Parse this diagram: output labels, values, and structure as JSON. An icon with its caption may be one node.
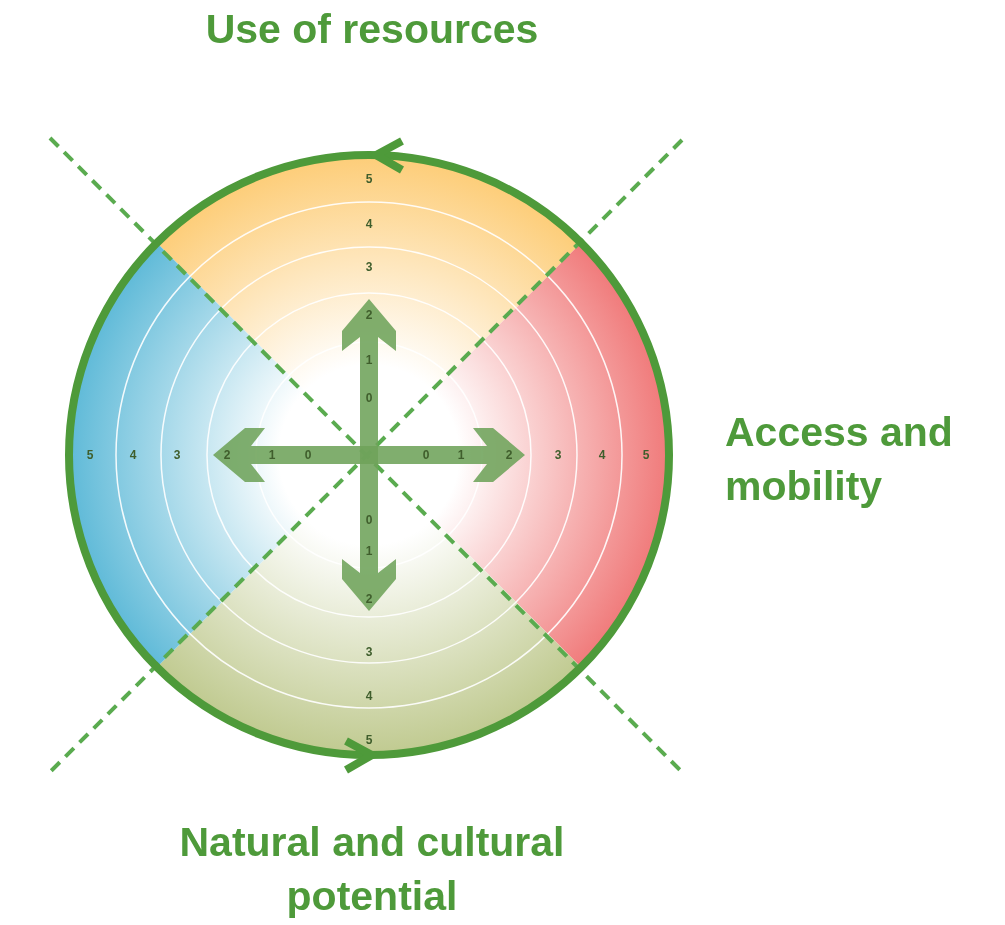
{
  "diagram": {
    "labels": [
      "Use of resources",
      "5",
      "4",
      "3",
      "2",
      "1",
      "0",
      "5",
      "4",
      "3",
      "2",
      "1",
      "0",
      "0",
      "1",
      "2",
      "3",
      "4",
      "5",
      "Access and mobility",
      "0",
      "1",
      "2",
      "3",
      "4",
      "5",
      "Natural and cultural potential"
    ]
  }
}
